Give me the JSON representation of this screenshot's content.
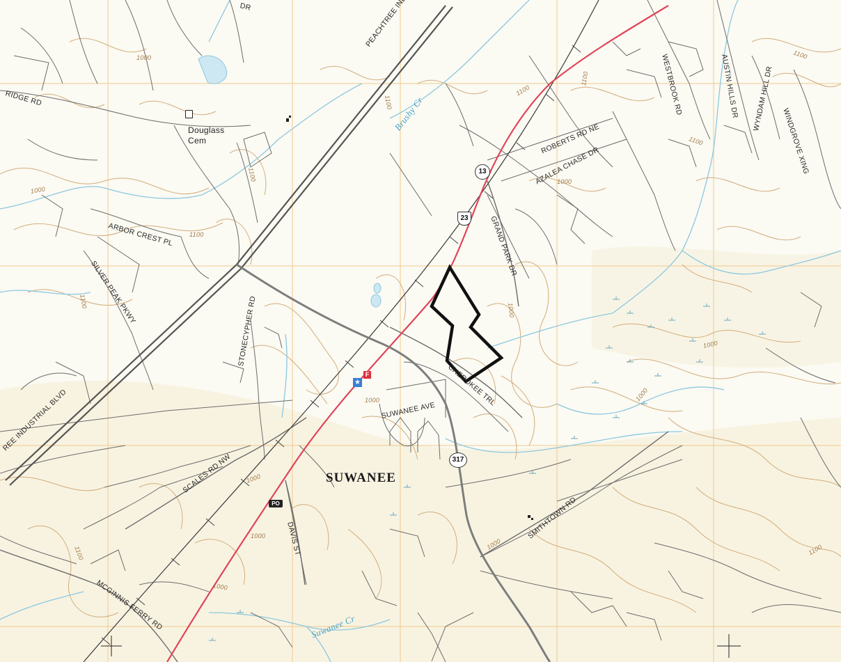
{
  "town": "SUWANEE",
  "roads": {
    "peachtree_ind": "PEACHTREE INDUST",
    "ree_industrial": "REE INDUSTRIAL BLVD",
    "ridge": "RIDGE RD",
    "dr_top": "DR",
    "arbor_crest": "ARBOR CREST PL",
    "silver_peak": "SILVER PEAK PKWY",
    "stonecypher": "STONECYPHER RD",
    "scales": "SCALES RD NW",
    "mcginnis": "MCGINNIS FERRY RD",
    "davis": "DAVIS ST",
    "suwanee_ave": "SUWANEE AVE",
    "cherokee": "CHEROKEE TRL",
    "grand_park": "GRAND PARK DR",
    "roberts": "ROBERTS RD NE",
    "azalea": "AZALEA CHASE DR",
    "westbrook": "WESTBROOK RD",
    "austin_hills": "AUSTIN HILLS DR",
    "wyndam": "WYNDAM HILL DR",
    "windgrove": "WINDGROVE XING",
    "smithtown": "SMITHTOWN RD"
  },
  "water": {
    "brushy": "Brushy Cr",
    "suwanee_cr": "Suwanee Cr"
  },
  "places": {
    "cemetery_1": "Douglass",
    "cemetery_2": "Cem"
  },
  "route_shields": {
    "sr13": "13",
    "us23": "23",
    "sr317": "317"
  },
  "markers": {
    "fire": "F",
    "police": "PO"
  },
  "contours": [
    "1000",
    "1100",
    "1100",
    "1100",
    "1100",
    "1000",
    "1100",
    "1100",
    "1100",
    "1000",
    "1000",
    "1000",
    "1000",
    "1000",
    "1000",
    "1000",
    "1000",
    "1100",
    "1100",
    "1100",
    "1000"
  ],
  "colors": {
    "background": "#fbfaf3",
    "contour": "#d2ad7b",
    "road": "#6b6b6b",
    "highway_red": "#e0445a",
    "route_317": "#7d7d7d",
    "water": "#8cc8e0",
    "grid": "#f0c98e",
    "boundary": "#111111"
  }
}
